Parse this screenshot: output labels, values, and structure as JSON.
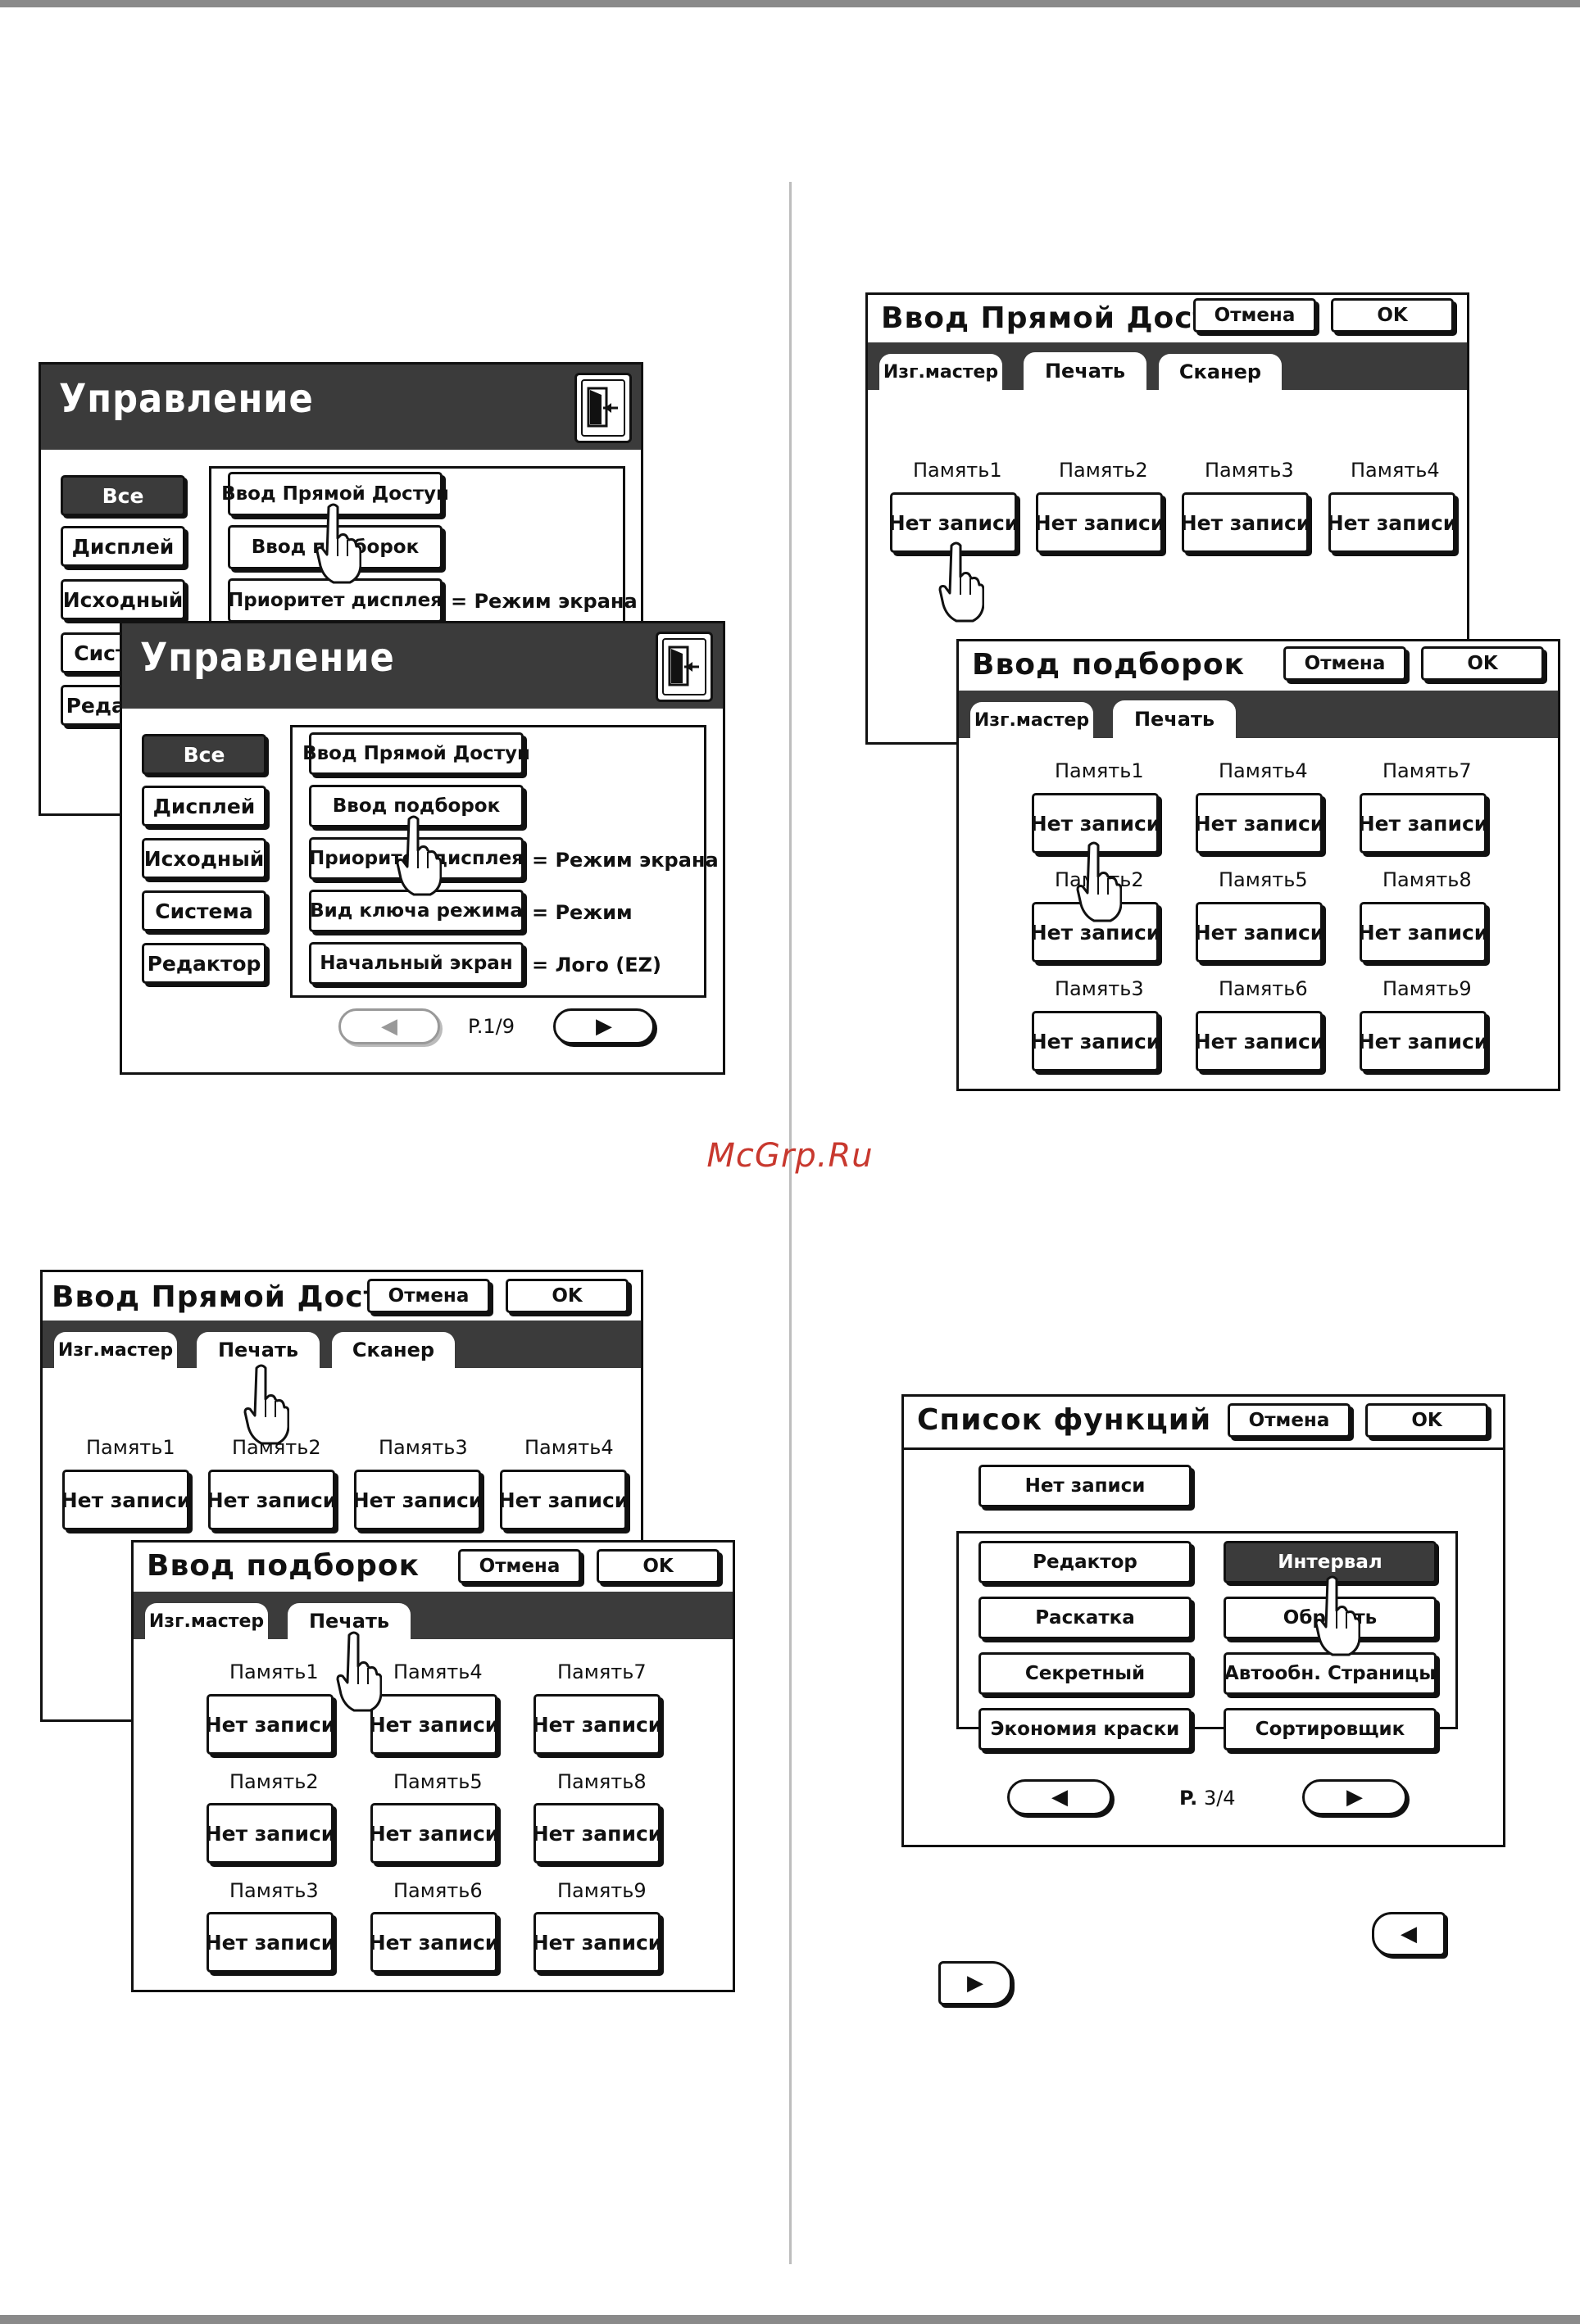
{
  "watermark": "McGrp.Ru",
  "labels": {
    "upravlenie": "Управление",
    "vse": "Все",
    "display": "Дисплей",
    "ishodny": "Исходный",
    "sistema": "Система",
    "redaktor": "Редактор",
    "vvod_pryamoy": "Ввод Прямой Доступ",
    "vvod_podborok": "Ввод подборок",
    "prioritet": "Приоритет дисплея",
    "vid_klyucha": "Вид ключа режима",
    "nachalny": "Начальный экран",
    "eq_rezhim_ekrana": "= Режим экрана",
    "eq_rezhim": "= Режим",
    "eq_logo": "= Лого (EZ)",
    "page_1_9": "P.1/9",
    "page_3_4_p": "P.",
    "page_3_4_n": "3/4",
    "otmena": "Отмена",
    "ok": "OK",
    "izg_master": "Изг.мастер",
    "pechat": "Печать",
    "skaner": "Сканер",
    "net_zapisi": "Нет записи",
    "pamyat1": "Память1",
    "pamyat2": "Память2",
    "pamyat3": "Память3",
    "pamyat4": "Память4",
    "pamyat5": "Память5",
    "pamyat6": "Память6",
    "pamyat7": "Память7",
    "pamyat8": "Память8",
    "pamyat9": "Память9",
    "spisok_funkciy": "Список функций",
    "redaktor_f": "Редактор",
    "interval": "Интервал",
    "raskatka": "Раскатка",
    "obrezat_partial": "Обр___ть",
    "sekretny": "Секретный",
    "avtoobn": "Автообн. Страницы",
    "ekonomiya": "Экономия краски",
    "sortirovshik": "Сортировщик"
  },
  "icons": {
    "exit": "exit-door-icon",
    "hand": "pointing-hand-icon",
    "left": "left-arrow-icon",
    "right": "right-arrow-icon"
  }
}
